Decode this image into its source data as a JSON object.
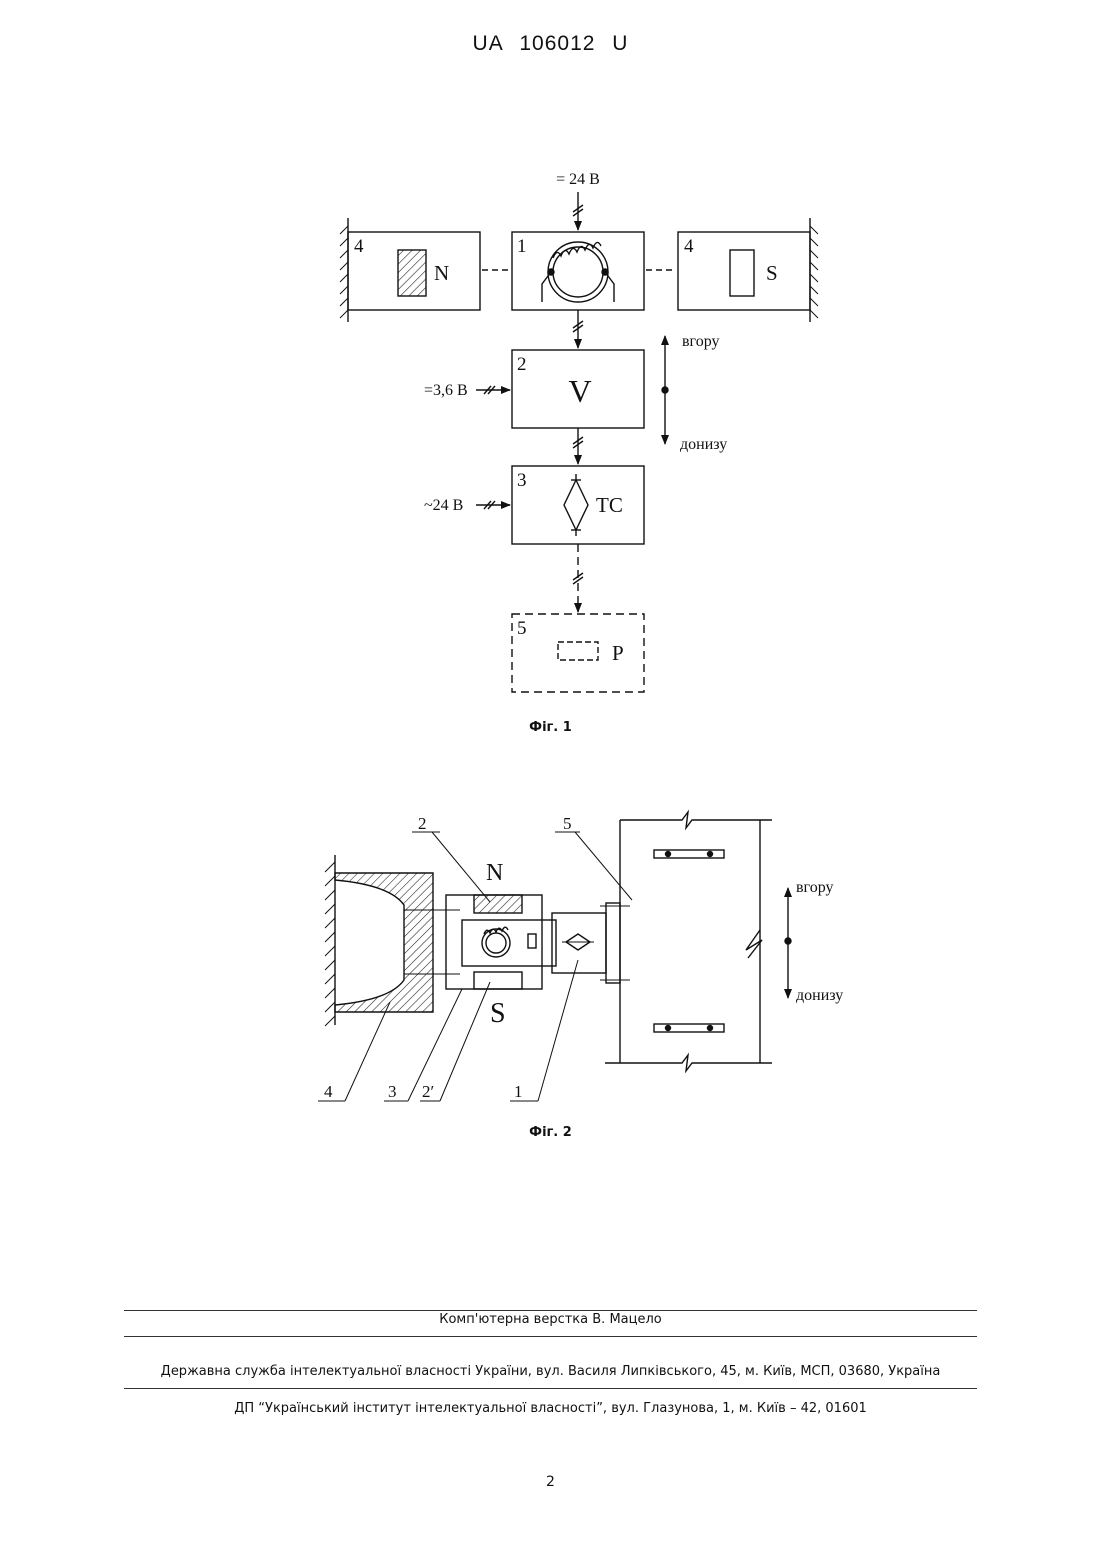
{
  "header": {
    "patent_number": "UA   106012   U"
  },
  "fig1": {
    "supply_top": "= 24 В",
    "block1_num": "1",
    "block2_num": "2",
    "block3_num": "3",
    "block4_left_num": "4",
    "block4_right_num": "4",
    "block5_num": "5",
    "magnet_n": "N",
    "magnet_s": "S",
    "block2_symbol": "V",
    "block3_symbol": "ТС",
    "block5_symbol": "Р",
    "supply_block2": "=3,6 В",
    "supply_block3": "~24 В",
    "dir_up": "вгору",
    "dir_down": "донизу",
    "caption": "Фіг. 1"
  },
  "fig2": {
    "label_2": "2",
    "label_5": "5",
    "label_4": "4",
    "label_3": "3",
    "label_2p": "2′",
    "label_1": "1",
    "magnet_n": "N",
    "magnet_s": "S",
    "dir_up": "вгору",
    "dir_down": "донизу",
    "caption": "Фіг. 2"
  },
  "footer": {
    "layout_credit": "Комп'ютерна верстка В. Мацело",
    "agency": "Державна служба інтелектуальної власності України, вул. Василя Липківського, 45, м. Київ, МСП, 03680, Україна",
    "institute": "ДП “Український інститут інтелектуальної власності”, вул. Глазунова, 1, м. Київ – 42, 01601"
  },
  "page_number": "2"
}
